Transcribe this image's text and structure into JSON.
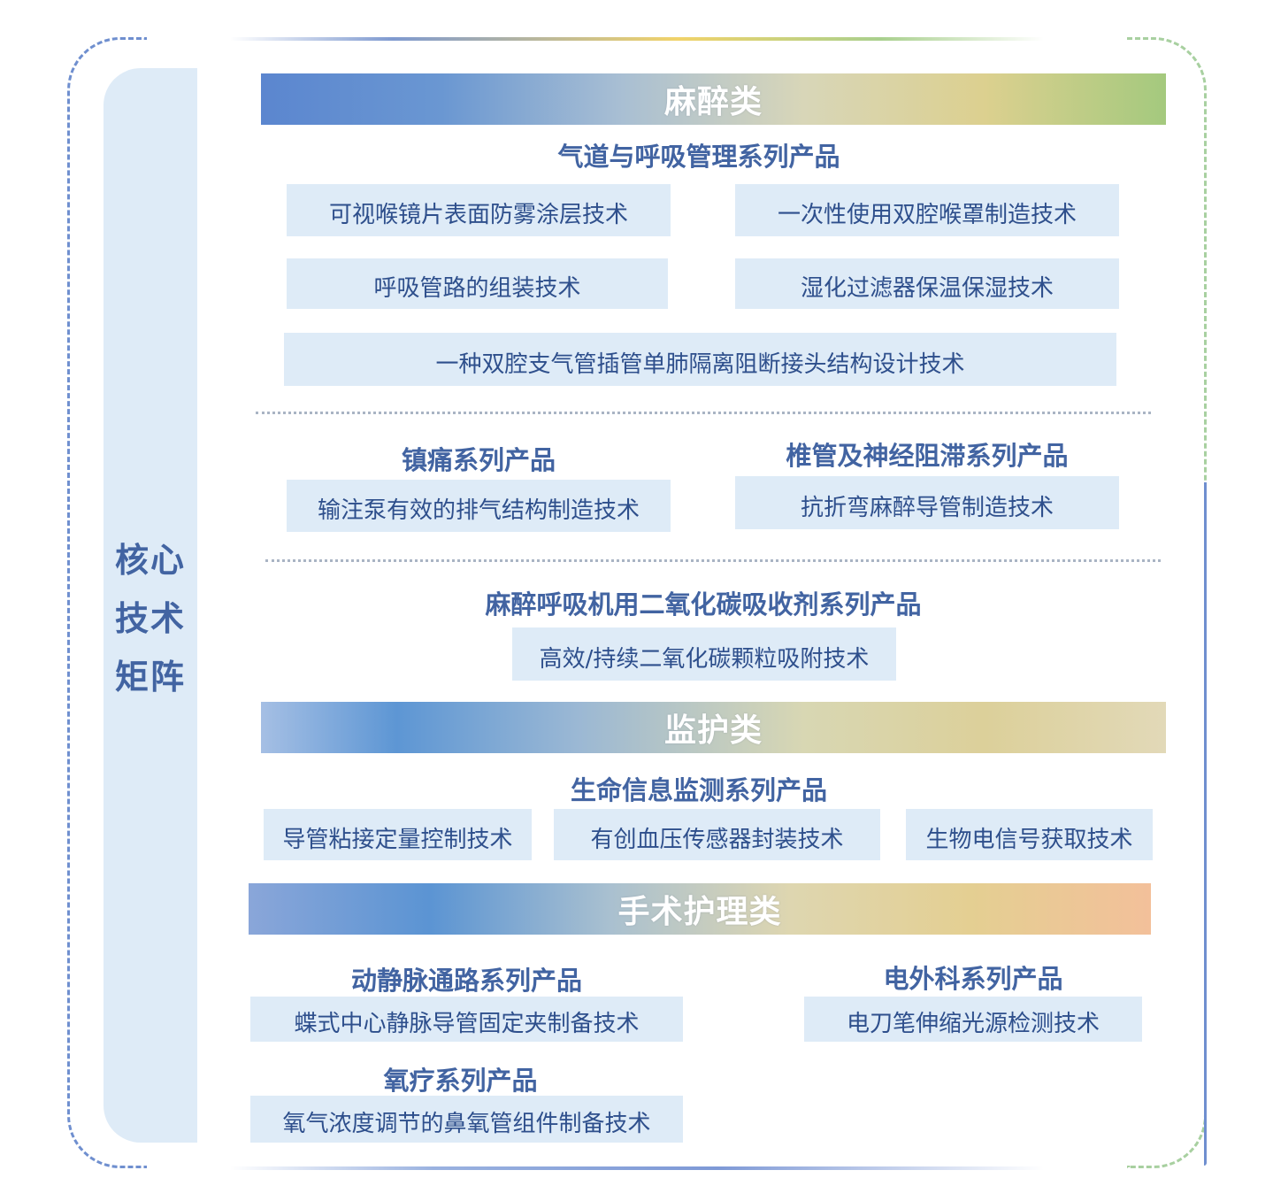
{
  "side_label": "核心\n技术\n矩阵",
  "categories": {
    "anesthesia": {
      "title": "麻醉类",
      "airway": {
        "heading": "气道与呼吸管理系列产品",
        "techs": [
          "可视喉镜片表面防雾涂层技术",
          "一次性使用双腔喉罩制造技术",
          "呼吸管路的组装技术",
          "湿化过滤器保温保湿技术",
          "一种双腔支气管插管单肺隔离阻断接头结构设计技术"
        ]
      },
      "analgesia": {
        "heading": "镇痛系列产品",
        "techs": [
          "输注泵有效的排气结构制造技术"
        ]
      },
      "catheter": {
        "heading": "椎管及神经阻滞系列产品",
        "techs": [
          "抗折弯麻醉导管制造技术"
        ]
      },
      "co2": {
        "heading": "麻醉呼吸机用二氧化碳吸收剂系列产品",
        "techs": [
          "高效/持续二氧化碳颗粒吸附技术"
        ]
      }
    },
    "monitoring": {
      "title": "监护类",
      "vital": {
        "heading": "生命信息监测系列产品",
        "techs": [
          "导管粘接定量控制技术",
          "有创血压传感器封装技术",
          "生物电信号获取技术"
        ]
      }
    },
    "surgical_care": {
      "title": "手术护理类",
      "vascular": {
        "heading": "动静脉通路系列产品",
        "techs": [
          "蝶式中心静脉导管固定夹制备技术"
        ]
      },
      "electrosurgery": {
        "heading": "电外科系列产品",
        "techs": [
          "电刀笔伸缩光源检测技术"
        ]
      },
      "oxygen": {
        "heading": "氧疗系列产品",
        "techs": [
          "氧气浓度调节的鼻氧管组件制备技术"
        ]
      }
    }
  }
}
